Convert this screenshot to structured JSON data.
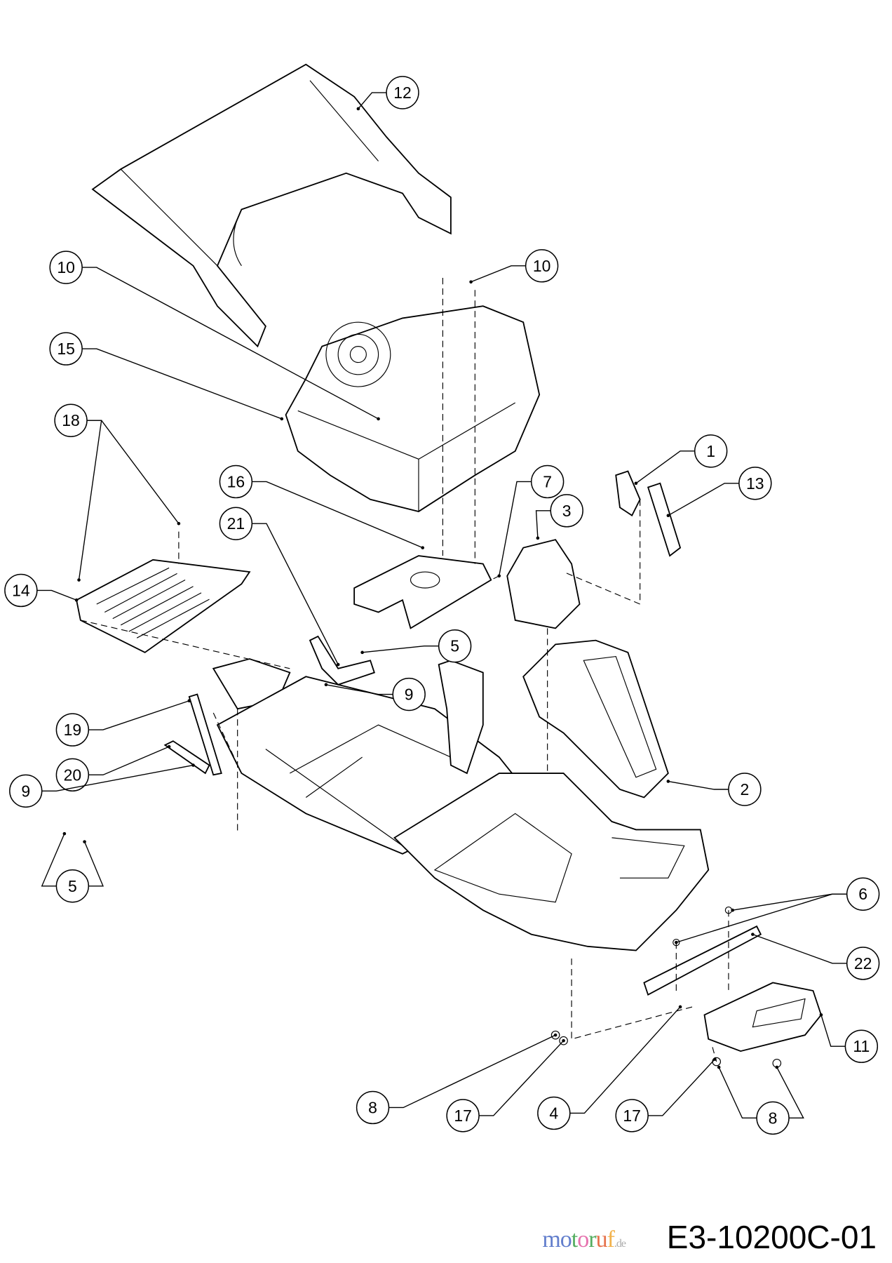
{
  "diagram": {
    "drawing_number": "E3-10200C-01",
    "watermark": "motoruf.de",
    "callouts": [
      "12",
      "10",
      "10",
      "15",
      "18",
      "1",
      "13",
      "7",
      "3",
      "16",
      "21",
      "14",
      "5",
      "9",
      "19",
      "20",
      "9",
      "5",
      "2",
      "6",
      "22",
      "11",
      "8",
      "17",
      "4",
      "17",
      "8"
    ]
  }
}
